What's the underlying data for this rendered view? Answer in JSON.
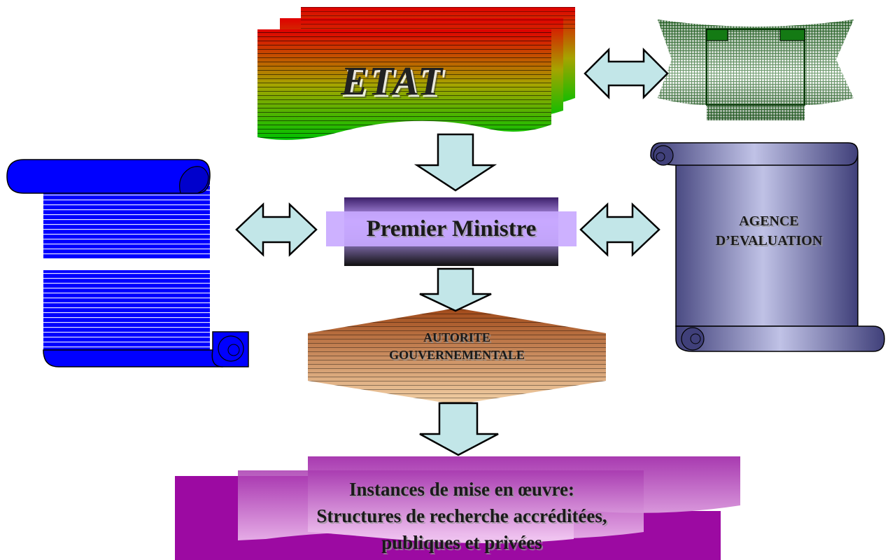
{
  "diagram": {
    "etat": {
      "label": "ETAT"
    },
    "premier_ministre": {
      "label": "Premier Ministre"
    },
    "agence": {
      "line1": "AGENCE",
      "line2": "D’EVALUATION"
    },
    "autorite": {
      "line1": "AUTORITE",
      "line2": "GOUVERNEMENTALE"
    },
    "instances": {
      "line1": "Instances de mise en œuvre:",
      "line2": "Structures de recherche accréditées,",
      "line3": "publiques et privées"
    }
  },
  "colors": {
    "etat_gradient": [
      "#e00000",
      "#a6a400",
      "#00c000"
    ],
    "premier_ministre_gradient": [
      "#c8a8ff",
      "#101010"
    ],
    "agence_gradient": [
      "#40407a",
      "#c0c2e6",
      "#40407a"
    ],
    "left_scroll": "#0000ff",
    "autorite_gradient": [
      "#b05a28",
      "#f0c89a"
    ],
    "instances_back": "#9c0aa2",
    "instances_front_gradient": [
      "#b03db8",
      "#f0c0f0"
    ],
    "arrow_fill": "#c2e6e8",
    "arrow_stroke": "#000000"
  }
}
